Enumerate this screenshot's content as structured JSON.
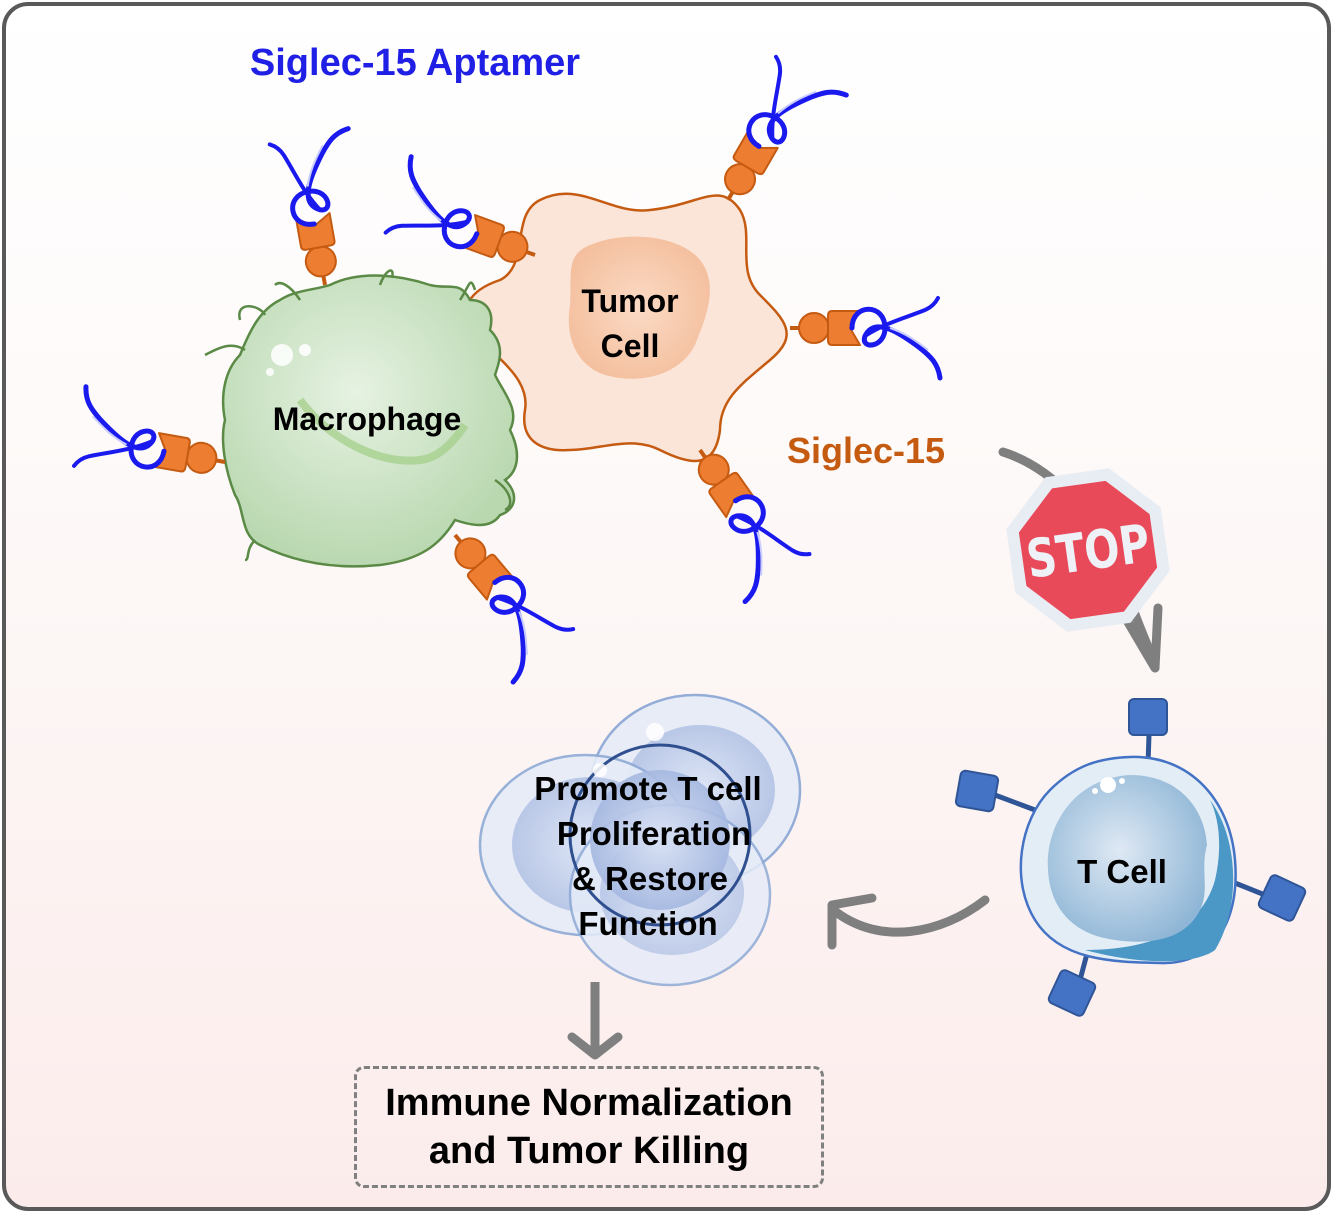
{
  "labels": {
    "aptamer": "Siglec-15 Aptamer",
    "siglec": "Siglec-15",
    "macrophage": "Macrophage",
    "tumor_line1": "Tumor",
    "tumor_line2": "Cell",
    "stop": "STOP",
    "tcell": "T Cell",
    "promote_lines": [
      "Promote T cell",
      "Proliferation",
      "& Restore",
      "Function"
    ],
    "outcome_lines": [
      "Immune Normalization",
      "and Tumor Killing"
    ]
  },
  "colors": {
    "aptamer_text": "#1f1fe6",
    "siglec_text": "#c55a11",
    "aptamer_strand": "#1a1aee",
    "receptor_fill": "#ed7d31",
    "receptor_stroke": "#c55a11",
    "macrophage_fill": "#c9e0c3",
    "macrophage_stroke": "#5a8a45",
    "tumor_fill": "#fbe5d9",
    "tumor_nucleus": "#f6c9aa",
    "tcell_fill": "#9cc0dc",
    "tcell_receptor": "#4472c4",
    "stop_red": "#e84a5a",
    "arrow_gray": "#7f7f7f"
  }
}
